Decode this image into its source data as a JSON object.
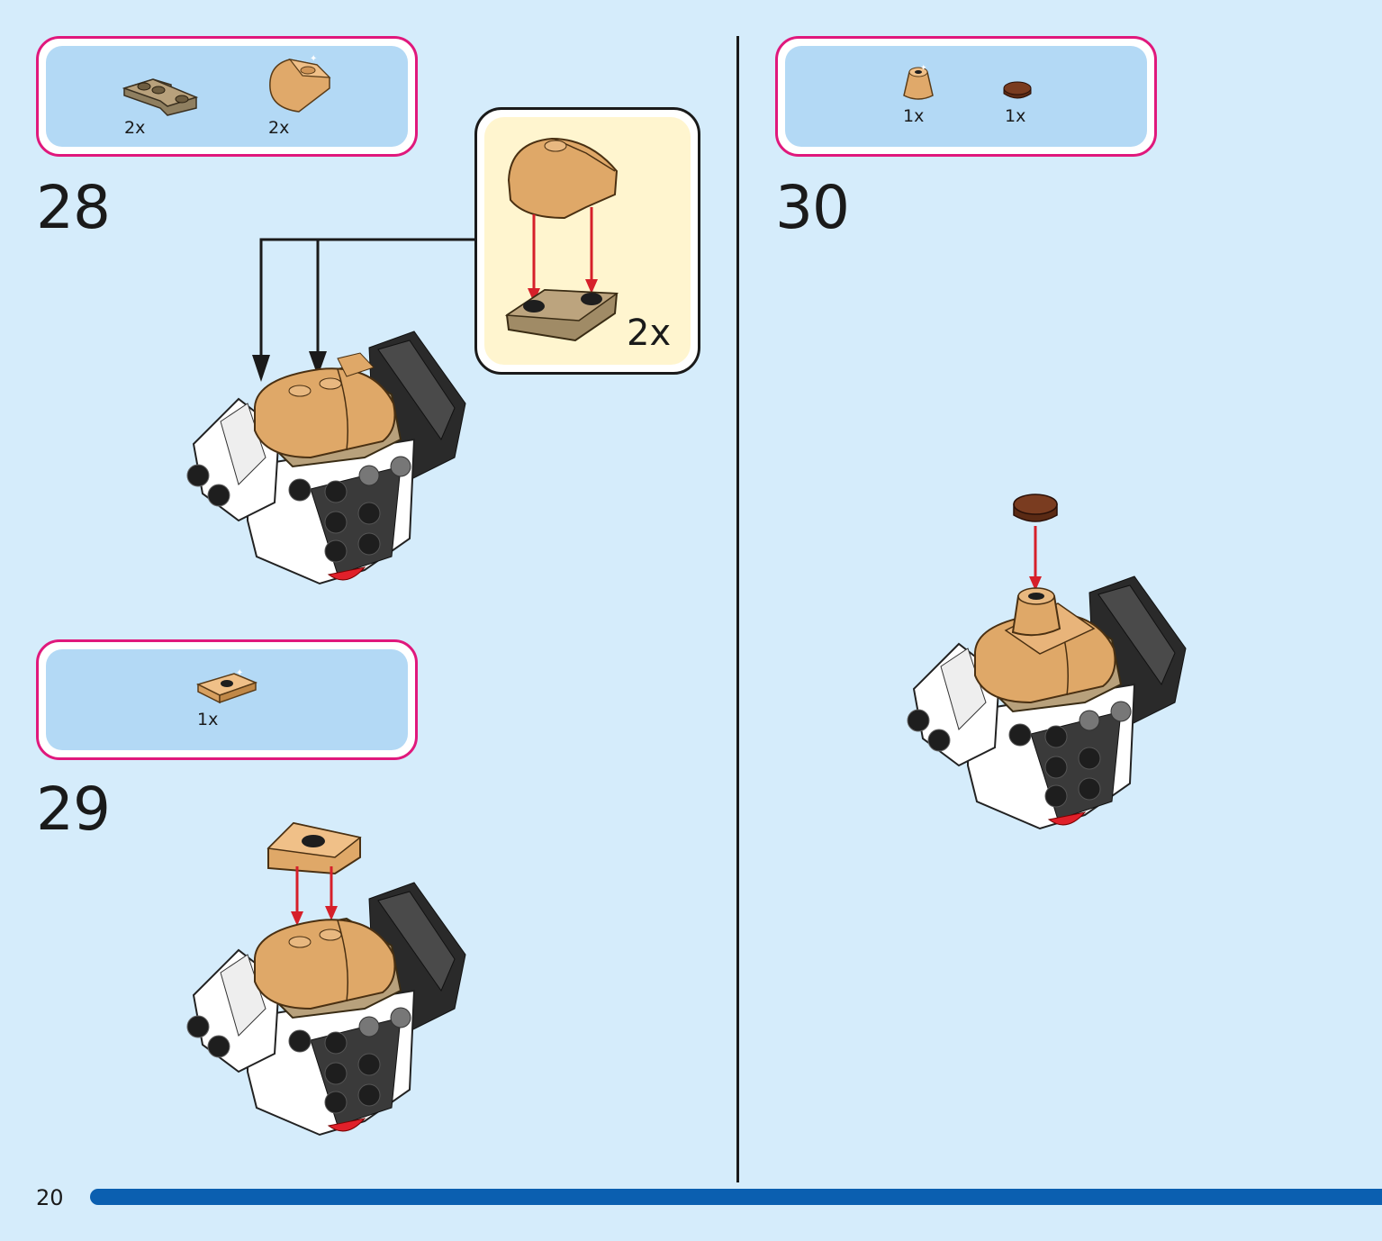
{
  "steps": [
    {
      "number": "28",
      "parts": [
        {
          "qty": "2x",
          "icon": "dark-tan-corner-plate-icon"
        },
        {
          "qty": "2x",
          "icon": "tan-curved-slope-icon"
        }
      ]
    },
    {
      "number": "29",
      "parts": [
        {
          "qty": "1x",
          "icon": "tan-jumper-plate-icon"
        }
      ]
    },
    {
      "number": "30",
      "parts": [
        {
          "qty": "1x",
          "icon": "tan-cone-icon"
        },
        {
          "qty": "1x",
          "icon": "brown-round-tile-icon"
        }
      ]
    }
  ],
  "callout": {
    "qty": "2x"
  },
  "page": {
    "number": "20"
  },
  "colors": {
    "background": "#d5ecfb",
    "parts_border": "#e0187c",
    "parts_fill": "#b3d9f5",
    "callout_fill": "#fff5cf",
    "progress_bar": "#0b5fb0",
    "arrow": "#d6202a"
  }
}
